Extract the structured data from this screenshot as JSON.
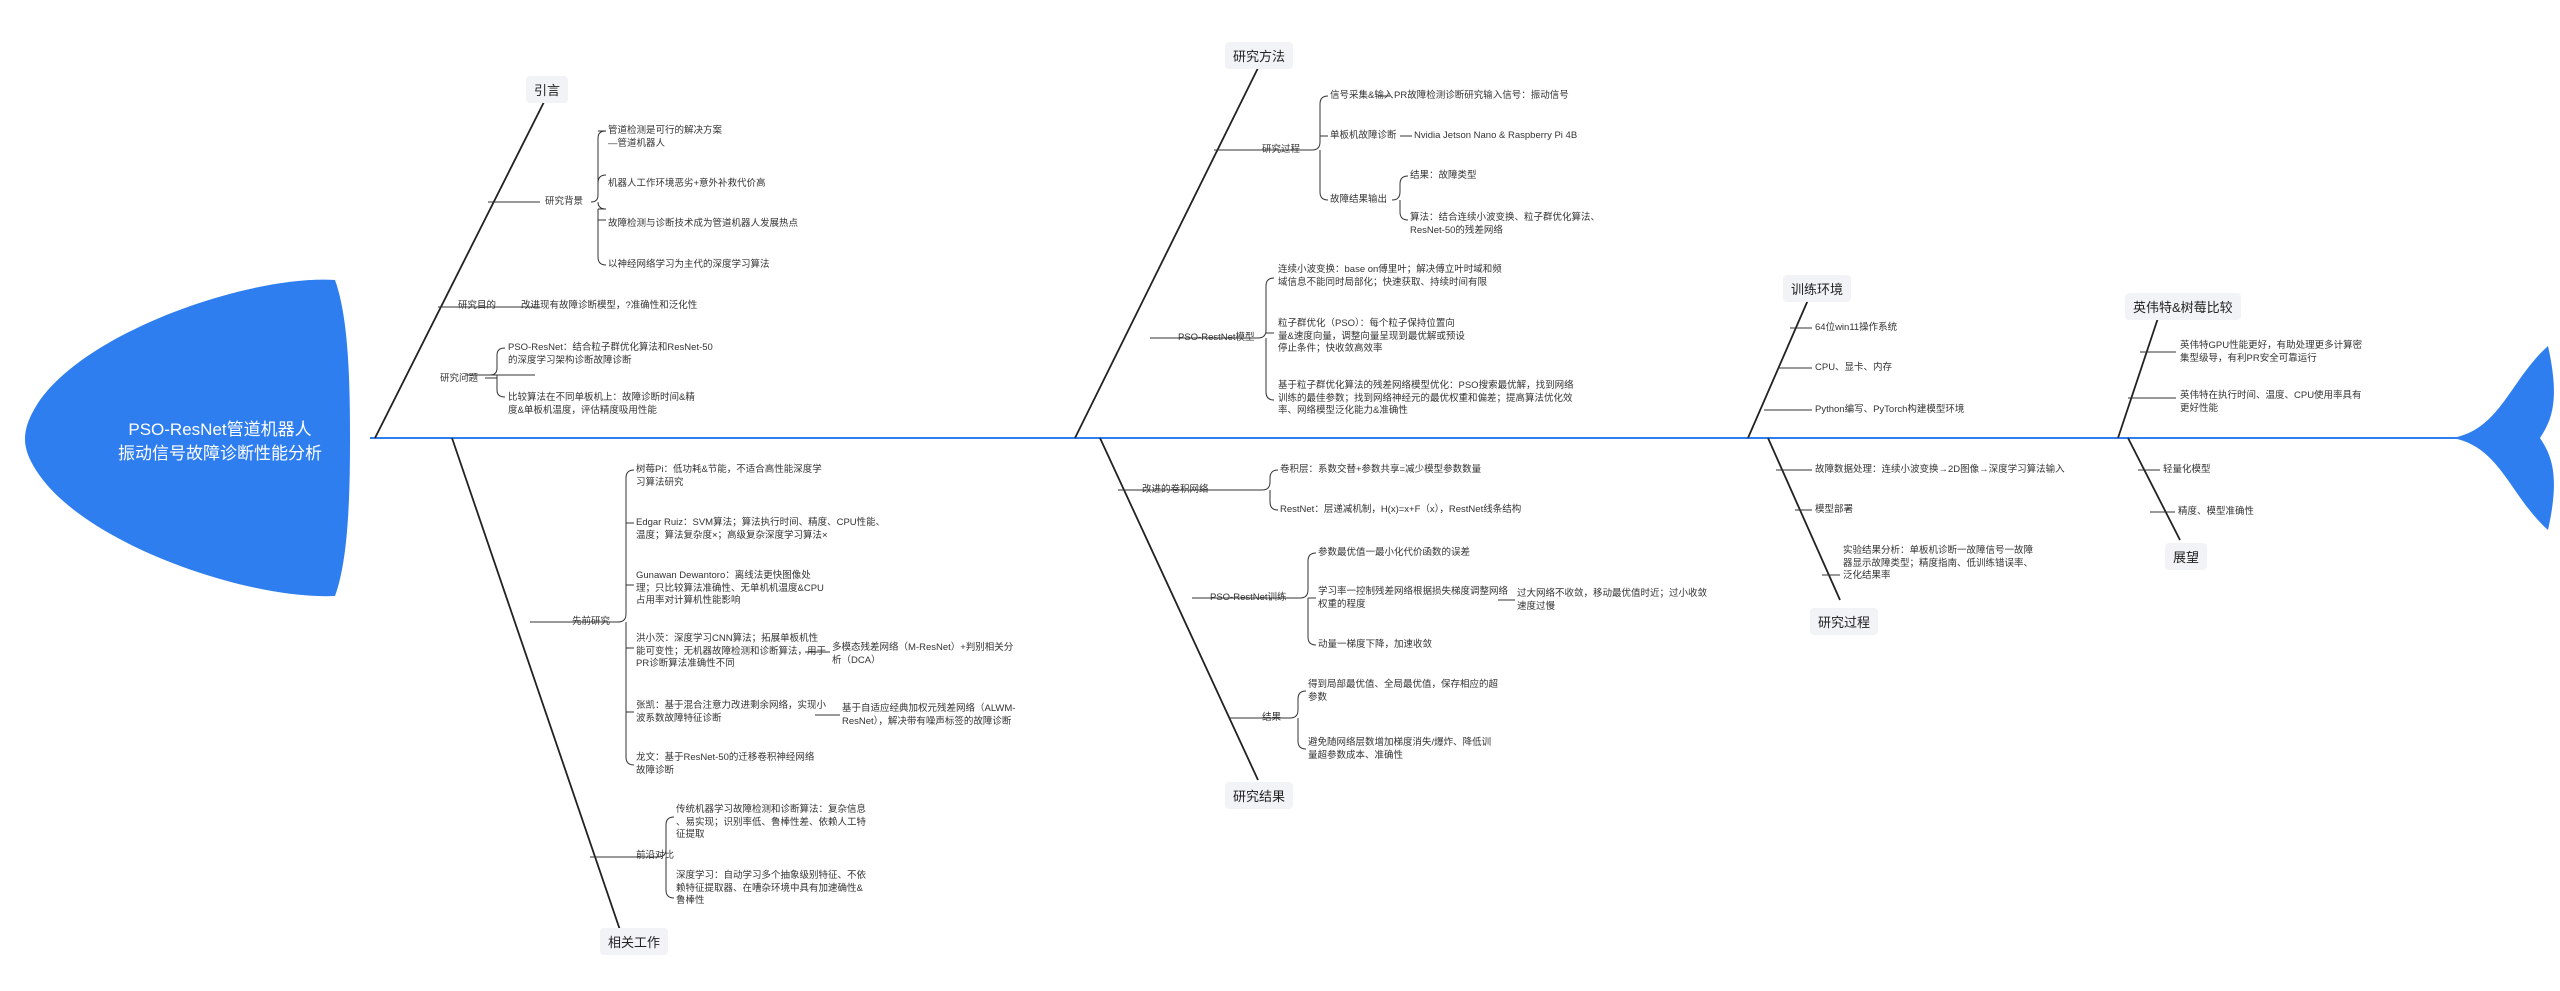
{
  "head": {
    "line1": "PSO-ResNet管道机器人",
    "line2": "振动信号故障诊断性能分析"
  },
  "tail_color": "#2f7ef0",
  "topics": {
    "intro": "引言",
    "related": "相关工作",
    "method": "研究方法",
    "result": "研究结果",
    "env": "训练环境",
    "process": "研究过程",
    "compare": "英伟特&树莓比较",
    "outlook": "展望"
  },
  "intro": {
    "bg_label": "研究背景",
    "bg_items": [
      "管道检测是可行的解决方案\n—管道机器人",
      "机器人工作环境恶劣+意外补救代价高",
      "故障检测与诊断技术成为管道机器人发展热点",
      "以神经网络学习为主代的深度学习算法"
    ],
    "purpose_label": "研究目的",
    "purpose_item": "改进现有故障诊断模型，?准确性和泛化性",
    "problem_label": "研究问题",
    "problem_items": [
      "PSO-ResNet：结合粒子群优化算法和ResNet-50\n的深度学习架构诊断故障诊断",
      "比较算法在不同单板机上：故障诊断时间&精\n度&单板机温度，评估精度吸用性能"
    ]
  },
  "related": {
    "prior_label": "先前研究",
    "prior_items": [
      "树莓Pi：低功耗&节能，不适合高性能深度学\n习算法研究",
      "Edgar Ruiz：SVM算法；算法执行时间、精度、CPU性能、\n温度；算法复杂度×；高级复杂深度学习算法×",
      "Gunawan Dewantoro：离线法更快图像处\n理；只比较算法准确性、无单机机温度&CPU\n占用率对计算机性能影响",
      "洪小茨：深度学习CNN算法；拓展单板机性\n能可变性；无机器故障检测和诊断算法，用于\nPR诊断算法准确性不同",
      "张凯：基于混合注意力改进剩余网络，实现小\n波系数故障特征诊断",
      "龙文：基于ResNet-50的迁移卷积神经网络\n故障诊断"
    ],
    "prior_sub": [
      "多模态残差网络（M-ResNet）+判别相关分\n析（DCA）",
      "基于自适应经典加权元残差网络（ALWM-\nResNet），解决带有噪声标签的故障诊断"
    ],
    "front_label": "前沿对比",
    "front_items": [
      "传统机器学习故障检测和诊断算法：复杂信息\n、易实现；识别率低、鲁棒性差、依赖人工特\n征提取",
      "深度学习：自动学习多个抽象级别特征、不依\n赖特征提取器、在嘈杂环境中具有加速确性&\n鲁棒性"
    ]
  },
  "method": {
    "process_label": "研究过程",
    "process_items": [
      "信号采集&输入",
      "单板机故障诊断",
      "故障结果输出"
    ],
    "process_sub": [
      "PR故障检测诊断研究输入信号：振动信号",
      "Nvidia Jetson Nano & Raspberry Pi 4B",
      "结果：故障类型",
      "算法：结合连续小波变换、粒子群优化算法、\nResNet-50的残差网络"
    ],
    "model_label": "PSO-RestNet模型",
    "model_items": [
      "连续小波变换：base on傅里叶；解决傅立叶时域和频\n域信息不能同时局部化；快速获取、持续时间有限",
      "粒子群优化（PSO）：每个粒子保持位置向\n量&速度向量，调整向量呈现到最优解或预设\n停止条件；快收敛高效率",
      "基于粒子群优化算法的残差网络模型优化：PSO搜索最优解，找到网络\n训练的最佳参数；找到网络神经元的最优权重和偏差；提高算法优化效\n率、网络模型泛化能力&准确性"
    ]
  },
  "result": {
    "improve_label": "改进的卷积网络",
    "improve_items": [
      "卷积层：系数交替+参数共享=减少模型参数数量",
      "RestNet：层递减机制，H(x)=x+F（x），RestNet线条结构"
    ],
    "train_label": "PSO-RestNet训练",
    "train_items": [
      "参数最优值一最小化代价函数的误差",
      "学习率一控制残差网络根据损失梯度调整网络\n权重的程度",
      "动量一梯度下降，加速收敛"
    ],
    "train_sub": "过大网络不收敛，移动最优值时近；过小收敛\n速度过慢",
    "conclusion_label": "结果",
    "conclusion_items": [
      "得到局部最优值、全局最优值，保存相应的超\n参数",
      "避免随网络层数增加梯度消失/爆炸、降低训\n量超参数成本、准确性"
    ]
  },
  "env": {
    "items": [
      "64位win11操作系统",
      "CPU、显卡、内存",
      "Python编写、PyTorch构建模型环境"
    ]
  },
  "process": {
    "items": [
      "故障数据处理：连续小波变换→2D图像→深度学习算法输入",
      "模型部署",
      "实验结果分析：单板机诊断一故障信号一故障\n器显示故障类型；精度指南、低训练错误率、\n泛化结果率"
    ]
  },
  "compare": {
    "items": [
      "英伟特GPU性能更好，有助处理更多计算密\n集型级导，有利PR安全可靠运行",
      "英伟特在执行时间、温度、CPU使用率具有\n更好性能"
    ]
  },
  "outlook": {
    "items": [
      "轻量化模型",
      "精度、模型准确性"
    ]
  }
}
